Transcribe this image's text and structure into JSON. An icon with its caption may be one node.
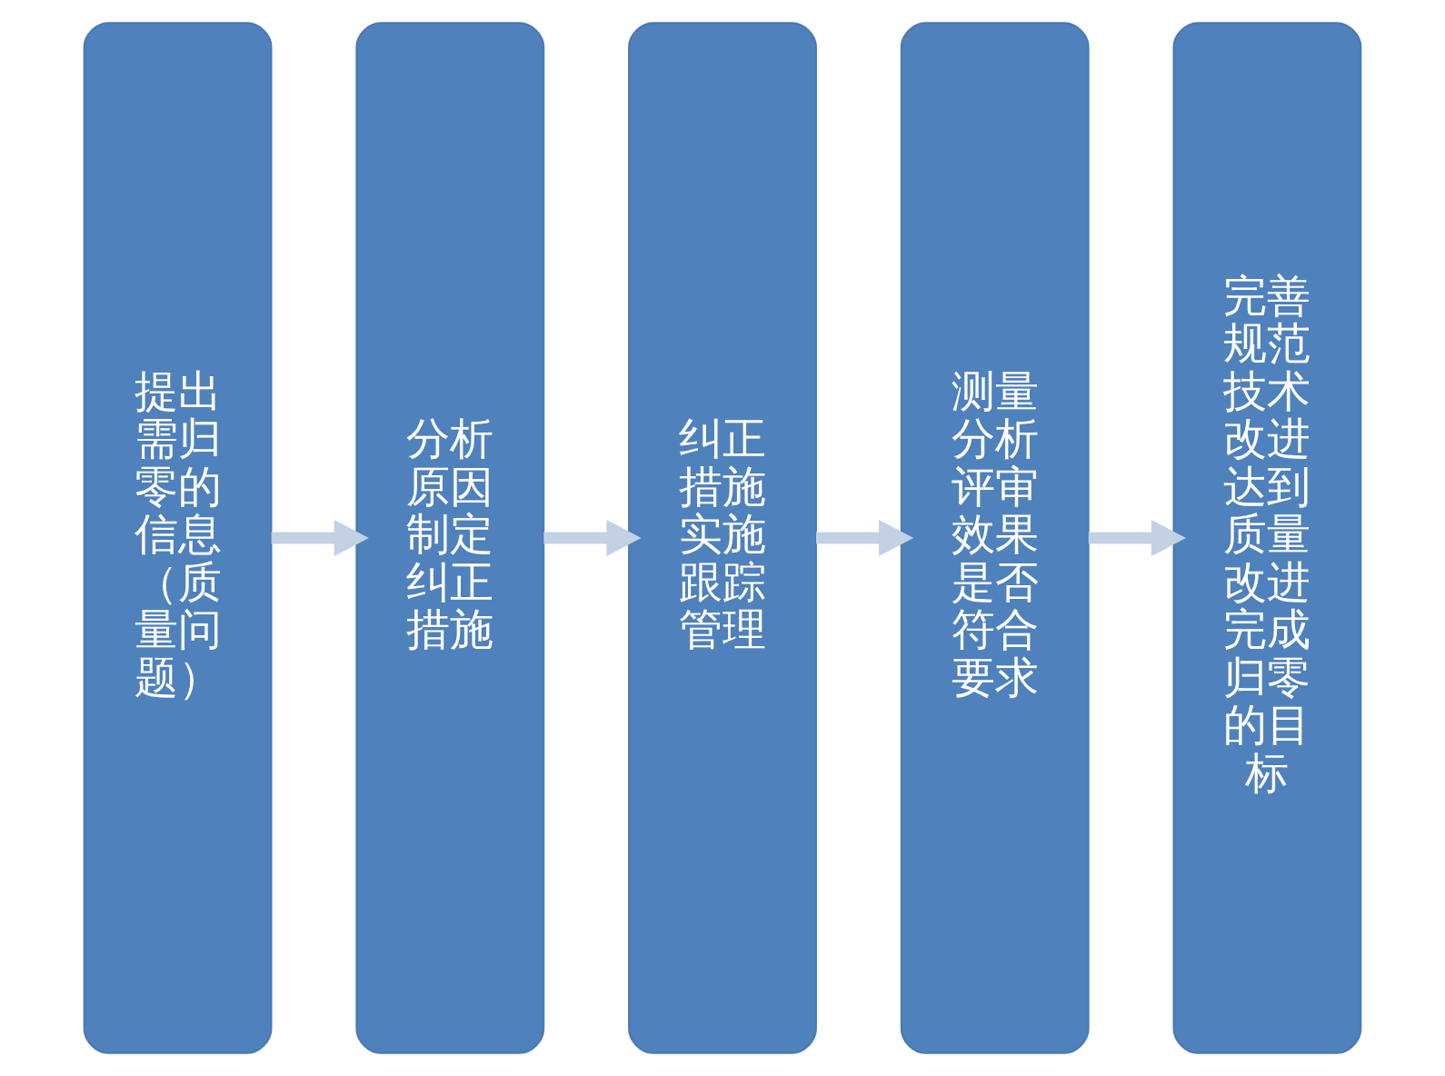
{
  "diagram": {
    "nodes": [
      {
        "text": [
          "提出需归零的信息（质量问题）"
        ]
      },
      {
        "text": [
          "分析原因制定纠正措施"
        ]
      },
      {
        "text": [
          "纠正措施实施跟踪管理"
        ]
      },
      {
        "text": [
          "测量分析评审效果是否符合要求"
        ]
      },
      {
        "text": [
          "完善规范技术改进达到质量改进完成归零的目标"
        ]
      }
    ],
    "edges": [
      {
        "from": 0,
        "to": 1,
        "arrow": "to"
      },
      {
        "from": 1,
        "to": 2,
        "arrow": "to"
      },
      {
        "from": 2,
        "to": 3,
        "arrow": "to"
      },
      {
        "from": 3,
        "to": 4,
        "arrow": "to"
      }
    ]
  }
}
